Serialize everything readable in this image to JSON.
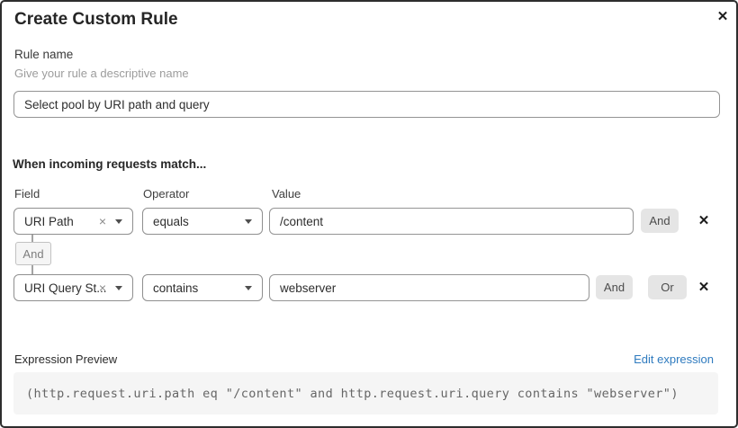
{
  "colors": {
    "link_blue": "#2f7bbf",
    "button_gray": "#e5e5e5",
    "code_bg": "#f5f5f5",
    "border_dark": "#2e2e2e"
  },
  "modal": {
    "title": "Create Custom Rule"
  },
  "icons": {
    "close": "✕",
    "delete": "✕",
    "clear": "×"
  },
  "rule_name": {
    "label": "Rule name",
    "hint": "Give your rule a descriptive name",
    "value": "Select pool by URI path and query"
  },
  "match": {
    "heading": "When incoming requests match...",
    "col_field": "Field",
    "col_operator": "Operator",
    "col_value": "Value",
    "connector_label": "And",
    "rows": [
      {
        "field": "URI Path",
        "operator": "equals",
        "value": "/content",
        "and_label": "And"
      },
      {
        "field": "URI Query St...",
        "operator": "contains",
        "value": "webserver",
        "and_label": "And",
        "or_label": "Or"
      }
    ]
  },
  "expression_preview": {
    "label": "Expression Preview",
    "edit_link": "Edit expression",
    "expression": "(http.request.uri.path eq \"/content\" and http.request.uri.query contains \"webserver\")"
  }
}
